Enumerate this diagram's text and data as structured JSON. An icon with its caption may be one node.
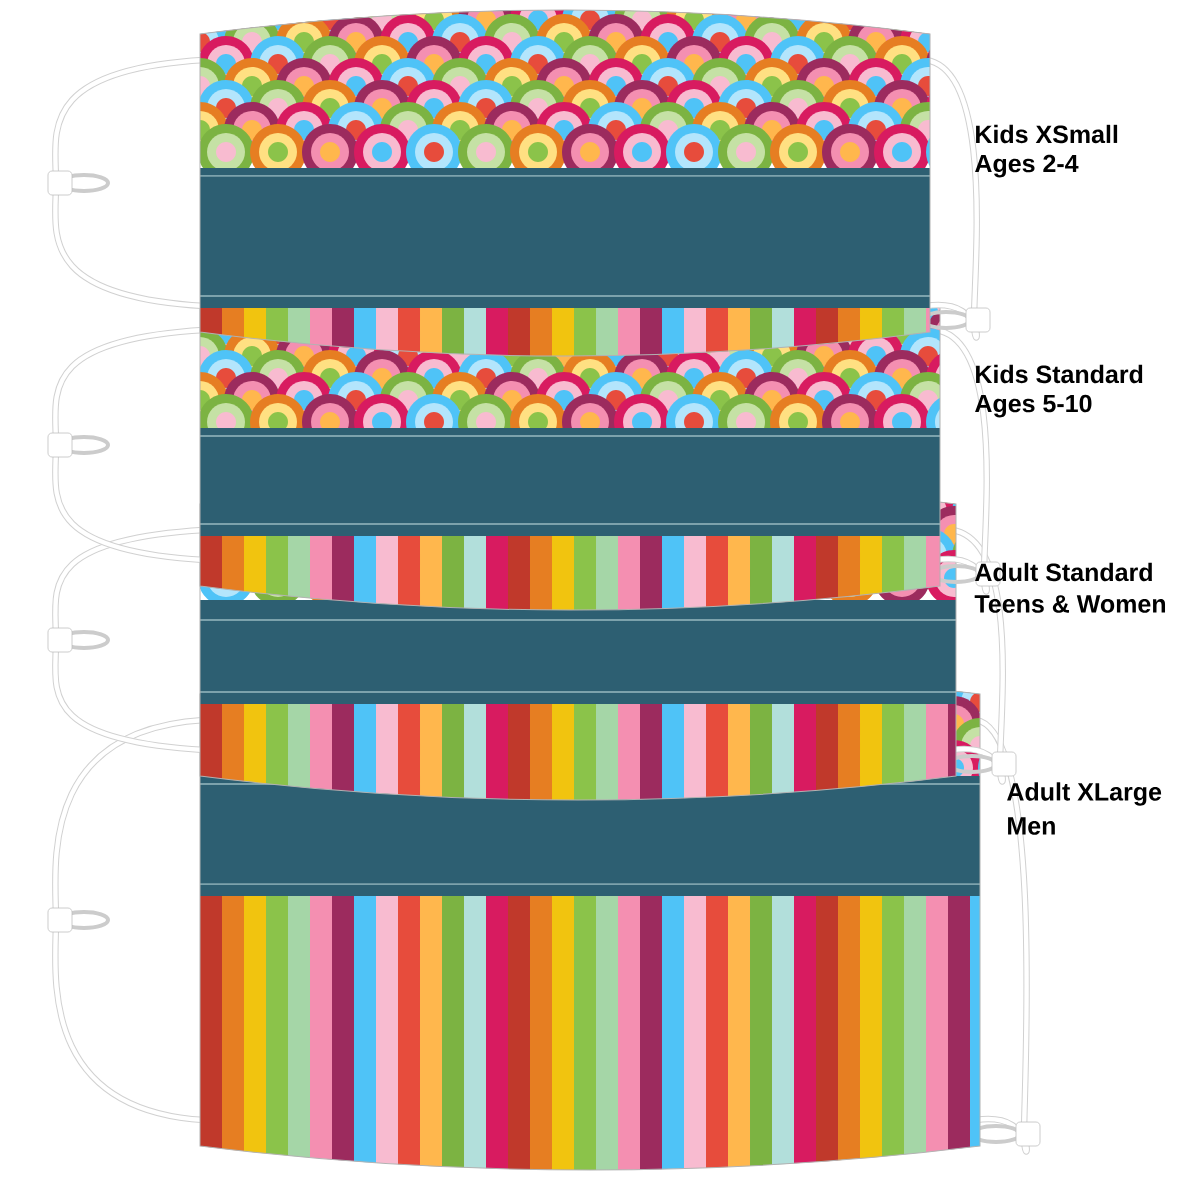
{
  "diagram": {
    "labels": [
      "Kids XSmall",
      "Ages 2-4",
      "Kids Standard",
      "Ages 5-10",
      "Adult Standard",
      "Teens & Women",
      "Adult XLarge",
      "Men"
    ]
  }
}
